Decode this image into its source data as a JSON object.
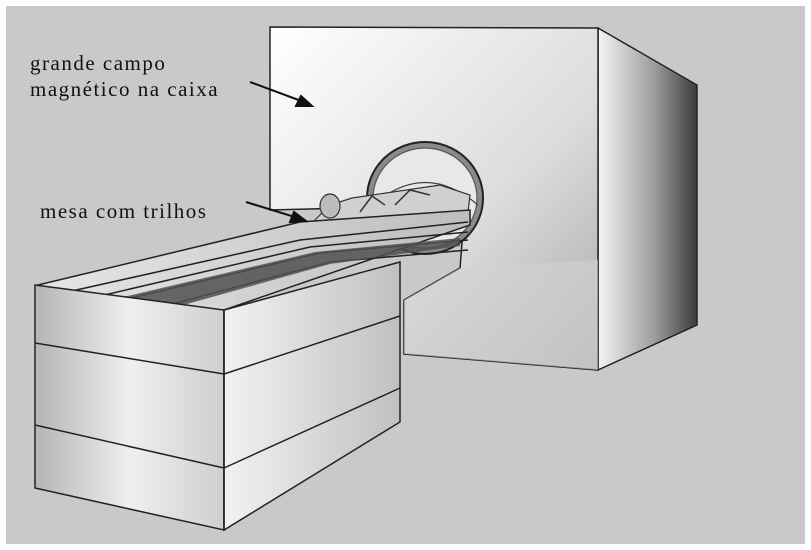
{
  "labels": {
    "magnet_box_line1": "grande campo",
    "magnet_box_line2": "magnético na caixa",
    "table_with_rails": "mesa com trilhos"
  },
  "colors": {
    "background": "#c9c9c9",
    "frame": "#ffffff",
    "ink": "#111111"
  }
}
